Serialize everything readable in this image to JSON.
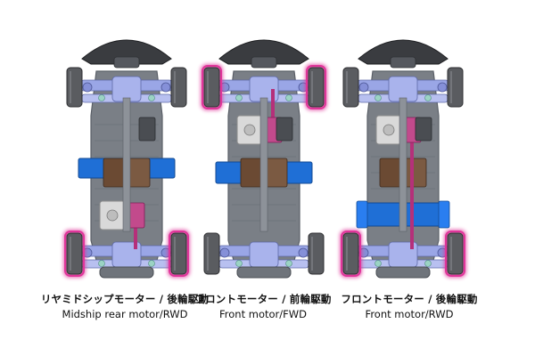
{
  "configs": [
    {
      "jp": "リヤミドシップモーター / 後輪駆動",
      "en": "Midship rear motor/RWD",
      "layout": "midship",
      "drive": "rear"
    },
    {
      "jp": "フロントモーター / 前輪駆動",
      "en": "Front motor/FWD",
      "layout": "front",
      "drive": "front"
    },
    {
      "jp": "フロントモーター / 後輪駆動",
      "en": "Front motor/RWD",
      "layout": "front",
      "drive": "rear"
    }
  ],
  "colors": {
    "chassis": "#7a7f86",
    "chassis_dark": "#5b6068",
    "bumper": "#3a3c40",
    "tire": "#5a5c60",
    "drive_glow": "#e0359a",
    "suspension": "#9aa6e6",
    "battery": "#1f6fd6",
    "esc": "#6b4a33",
    "motor": "#d9d9d9",
    "drivetrain": "#b5307a"
  }
}
